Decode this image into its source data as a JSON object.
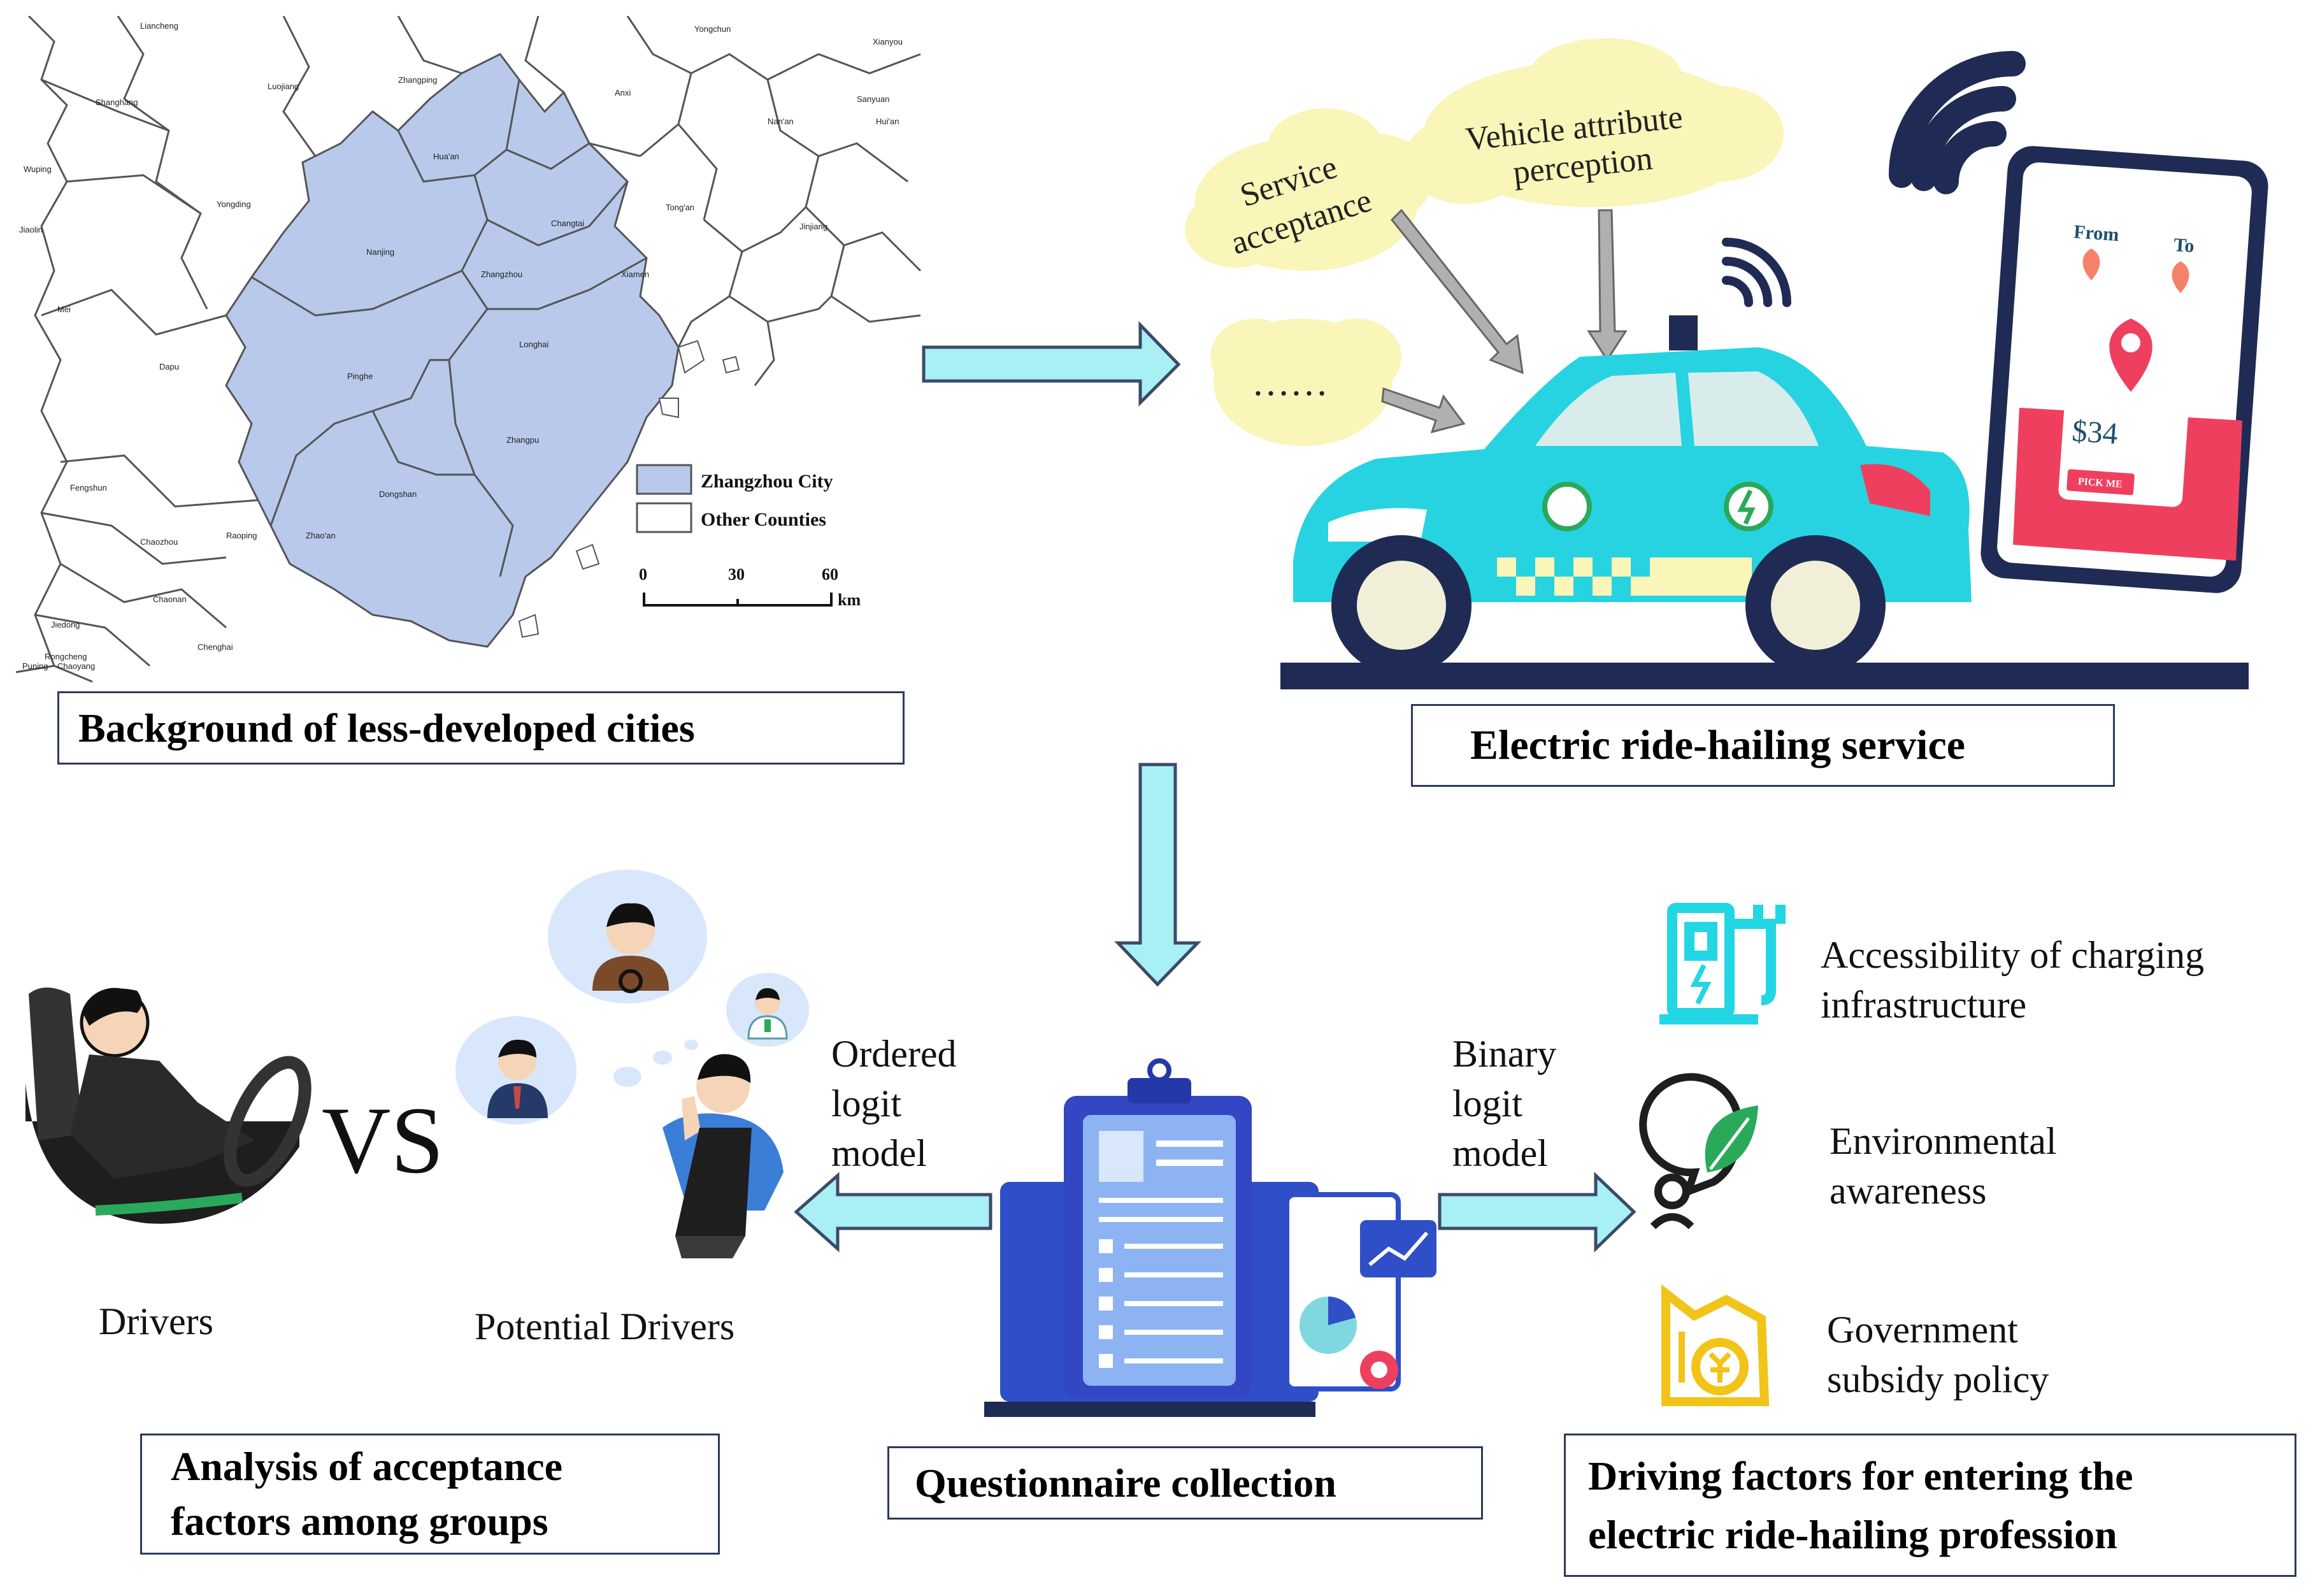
{
  "map": {
    "places": [
      "Liancheng",
      "Shanghang",
      "Luojiang",
      "Zhangping",
      "Yongchun",
      "Xianyou",
      "Anxi",
      "Sanyuan",
      "Hui'an",
      "Nan'an",
      "Wuping",
      "Yongding",
      "Hua'an",
      "Tong'an",
      "Jinjiang",
      "Jiaolin",
      "Nanjing",
      "Changtai",
      "Zhangzhou",
      "Xiamen",
      "Mei",
      "Dapu",
      "Pinghe",
      "Longhai",
      "Zhangpu",
      "Fengshun",
      "Dongshan",
      "Chaozhou",
      "Raoping",
      "Zhao'an",
      "Chaonan",
      "Jiedong",
      "Chenghai",
      "Rongcheng",
      "Puning",
      "Chaoyang"
    ],
    "legend": {
      "city": "Zhangzhou City",
      "other": "Other Counties"
    },
    "scale": {
      "ticks": [
        "0",
        "30",
        "60"
      ],
      "unit": "km"
    },
    "colors": {
      "city": "#b8c9ec",
      "border": "#555555"
    }
  },
  "labels": {
    "background": "Background of less-developed cities",
    "ride_hailing": "Electric ride-hailing service",
    "questionnaire": "Questionnaire collection",
    "analysis_line1": "Analysis of acceptance",
    "analysis_line2": "factors among groups",
    "driving_line1": "Driving factors for entering the",
    "driving_line2": "electric ride-hailing profession"
  },
  "clouds": {
    "service_1": "Service",
    "service_2": "acceptance",
    "vehicle_1": "Vehicle attribute",
    "vehicle_2": "perception",
    "dots": "……"
  },
  "phone": {
    "from": "From",
    "to": "To",
    "price": "$34",
    "button": "PICK ME"
  },
  "groups": {
    "vs": "VS",
    "drivers": "Drivers",
    "potential": "Potential Drivers"
  },
  "models": {
    "ordered_1": "Ordered",
    "ordered_2": "logit",
    "ordered_3": "model",
    "binary_1": "Binary",
    "binary_2": "logit",
    "binary_3": "model"
  },
  "factors": {
    "charging_1": "Accessibility of charging",
    "charging_2": "infrastructure",
    "env_1": "Environmental",
    "env_2": "awareness",
    "gov_1": "Government",
    "gov_2": "subsidy policy"
  },
  "colors": {
    "arrow": "#a8f0f4",
    "arrow_stroke": "#3c4a6a",
    "taxi": "#27d3e0",
    "cloud": "#faf5b8",
    "phone_red": "#ef3f5f",
    "navy": "#1f2b55",
    "icon_cyan": "#22d6e4",
    "icon_green": "#2aa95a",
    "icon_yellow": "#f2c318"
  }
}
